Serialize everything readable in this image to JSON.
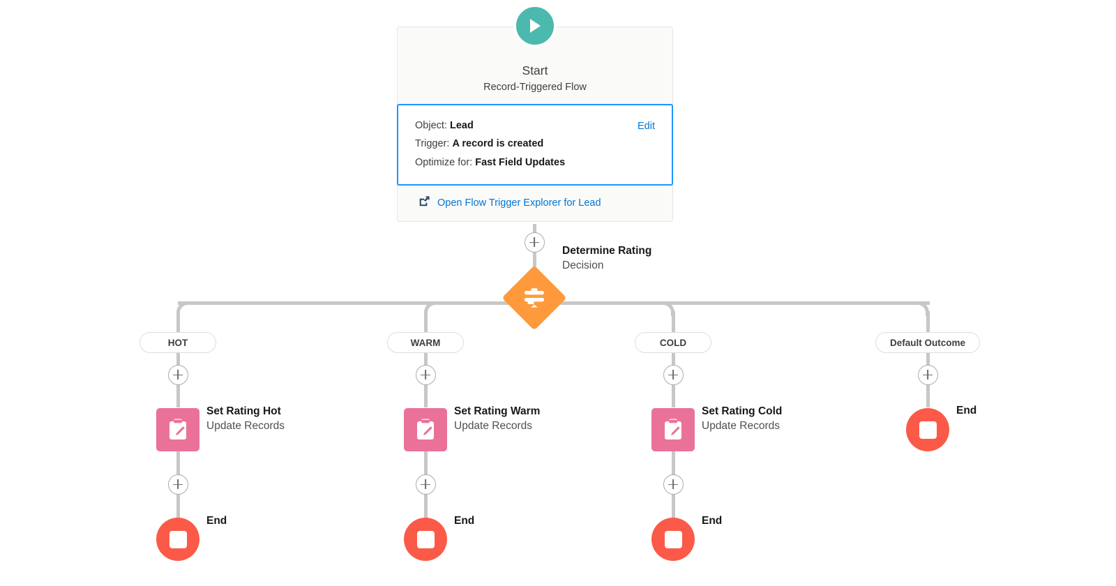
{
  "flow": {
    "start": {
      "badge_icon": "play-icon",
      "title": "Start",
      "subtitle": "Record-Triggered Flow",
      "edit_label": "Edit",
      "details": [
        {
          "label": "Object:",
          "value": "Lead"
        },
        {
          "label": "Trigger:",
          "value": "A record is created"
        },
        {
          "label": "Optimize for:",
          "value": "Fast Field Updates"
        }
      ],
      "footer_link": "Open Flow Trigger Explorer for Lead",
      "footer_icon": "external-link-icon"
    },
    "decision": {
      "name": "Determine Rating",
      "type": "Decision",
      "icon": "decision-filter-icon",
      "color": "#ff9a3c"
    },
    "branches": [
      {
        "outcome": "HOT",
        "element": {
          "name": "Set Rating Hot",
          "type": "Update Records",
          "icon": "update-records-icon",
          "color": "#ea7299"
        },
        "end_label": "End"
      },
      {
        "outcome": "WARM",
        "element": {
          "name": "Set Rating Warm",
          "type": "Update Records",
          "icon": "update-records-icon",
          "color": "#ea7299"
        },
        "end_label": "End"
      },
      {
        "outcome": "COLD",
        "element": {
          "name": "Set Rating Cold",
          "type": "Update Records",
          "icon": "update-records-icon",
          "color": "#ea7299"
        },
        "end_label": "End"
      },
      {
        "outcome": "Default Outcome",
        "element": null,
        "end_label": "End"
      }
    ],
    "colors": {
      "start_badge": "#4bb9ad",
      "decision": "#ff9a3c",
      "update_records": "#ea7299",
      "end": "#fb5a48",
      "link": "#0176d3",
      "connector": "#c9c7c5",
      "selected_border": "#1b96ff"
    }
  }
}
